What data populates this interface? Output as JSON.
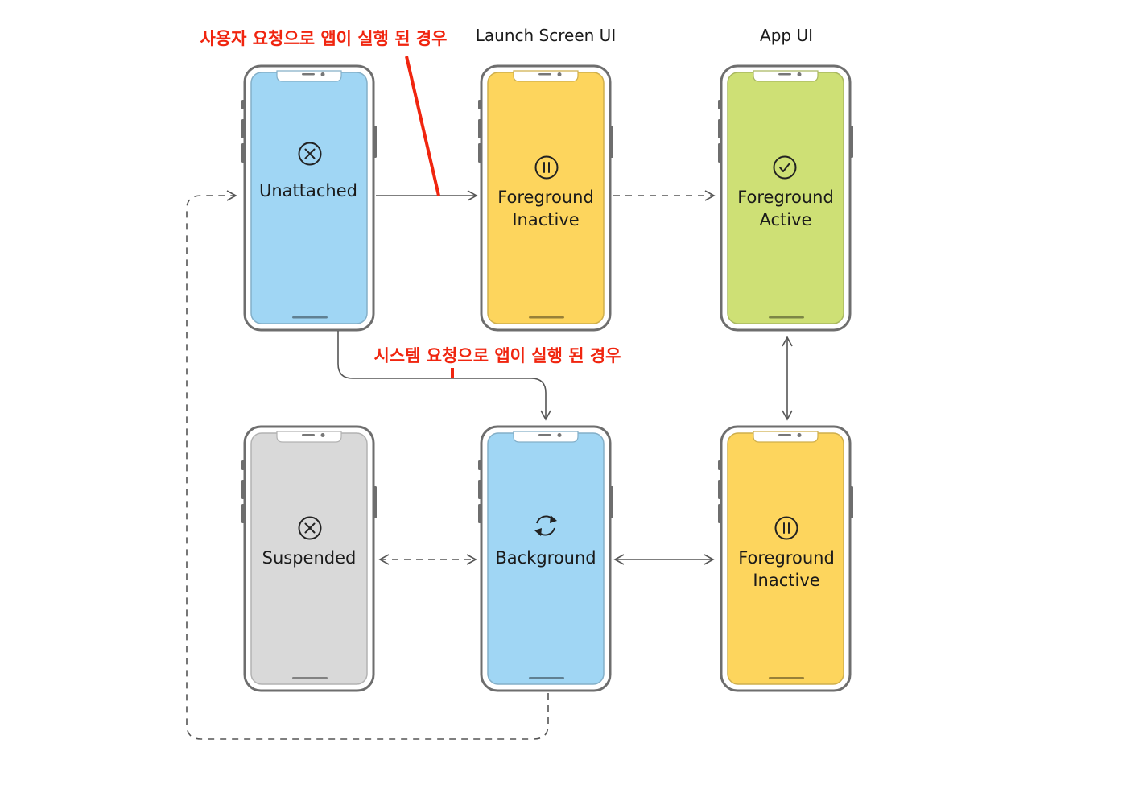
{
  "headers": {
    "launch_screen": "Launch Screen UI",
    "app_ui": "App UI"
  },
  "notes": {
    "user_launch": "사용자 요청으로 앱이 실행 된 경우",
    "system_launch": "시스템 요청으로 앱이 실행 된 경우"
  },
  "states": {
    "unattached": {
      "line1": "Unattached",
      "line2": "",
      "icon": "x-circle-icon",
      "color": "#a0d6f4"
    },
    "launch_inactive": {
      "line1": "Foreground",
      "line2": "Inactive",
      "icon": "pause-circle-icon",
      "color": "#fdd55d"
    },
    "active": {
      "line1": "Foreground",
      "line2": "Active",
      "icon": "check-circle-icon",
      "color": "#cee075"
    },
    "suspended": {
      "line1": "Suspended",
      "line2": "",
      "icon": "x-circle-icon",
      "color": "#d9d9d9"
    },
    "background": {
      "line1": "Background",
      "line2": "",
      "icon": "refresh-icon",
      "color": "#a0d6f4"
    },
    "app_inactive": {
      "line1": "Foreground",
      "line2": "Inactive",
      "icon": "pause-circle-icon",
      "color": "#fdd55d"
    }
  },
  "colors": {
    "note": "#f0250f",
    "arrow": "#555555",
    "phone_frame": "#6e6e6e"
  }
}
